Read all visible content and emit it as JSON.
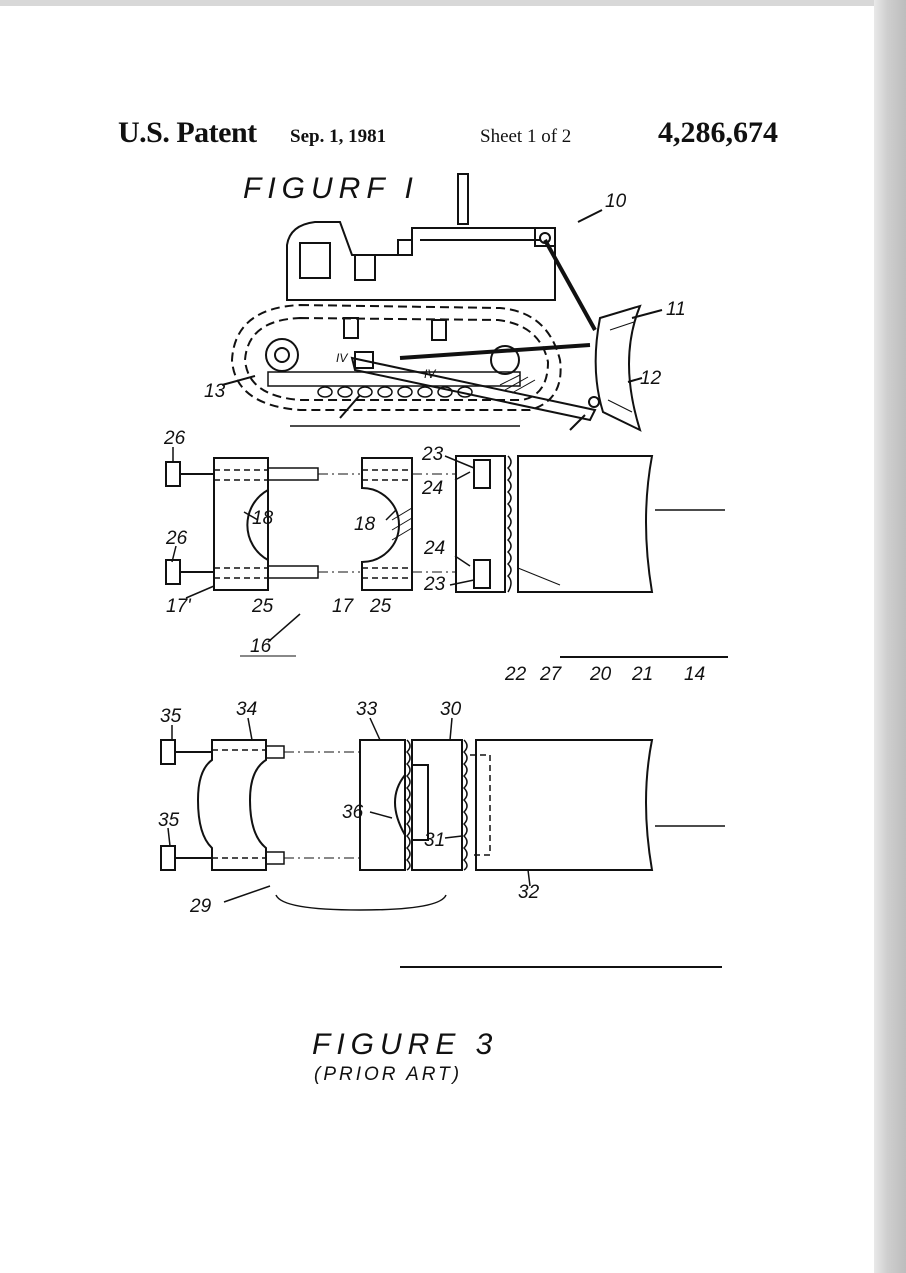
{
  "header": {
    "left": "U.S. Patent",
    "date": "Sep. 1, 1981",
    "sheet": "Sheet 1 of 2",
    "patent_number": "4,286,674"
  },
  "figure1": {
    "title": "FIGURF I",
    "labels": [
      "10",
      "11",
      "12",
      "13",
      "IV",
      "IV"
    ]
  },
  "figure2": {
    "labels": [
      "26",
      "26",
      "18",
      "18",
      "17'",
      "25",
      "17",
      "25",
      "16",
      "23",
      "24",
      "24",
      "23",
      "22",
      "27",
      "20",
      "21",
      "14"
    ]
  },
  "figure3": {
    "title": "FIGURE 3",
    "subtitle": "(PRIOR ART)",
    "labels": [
      "35",
      "34",
      "33",
      "30",
      "36",
      "31",
      "35",
      "32",
      "29"
    ]
  }
}
